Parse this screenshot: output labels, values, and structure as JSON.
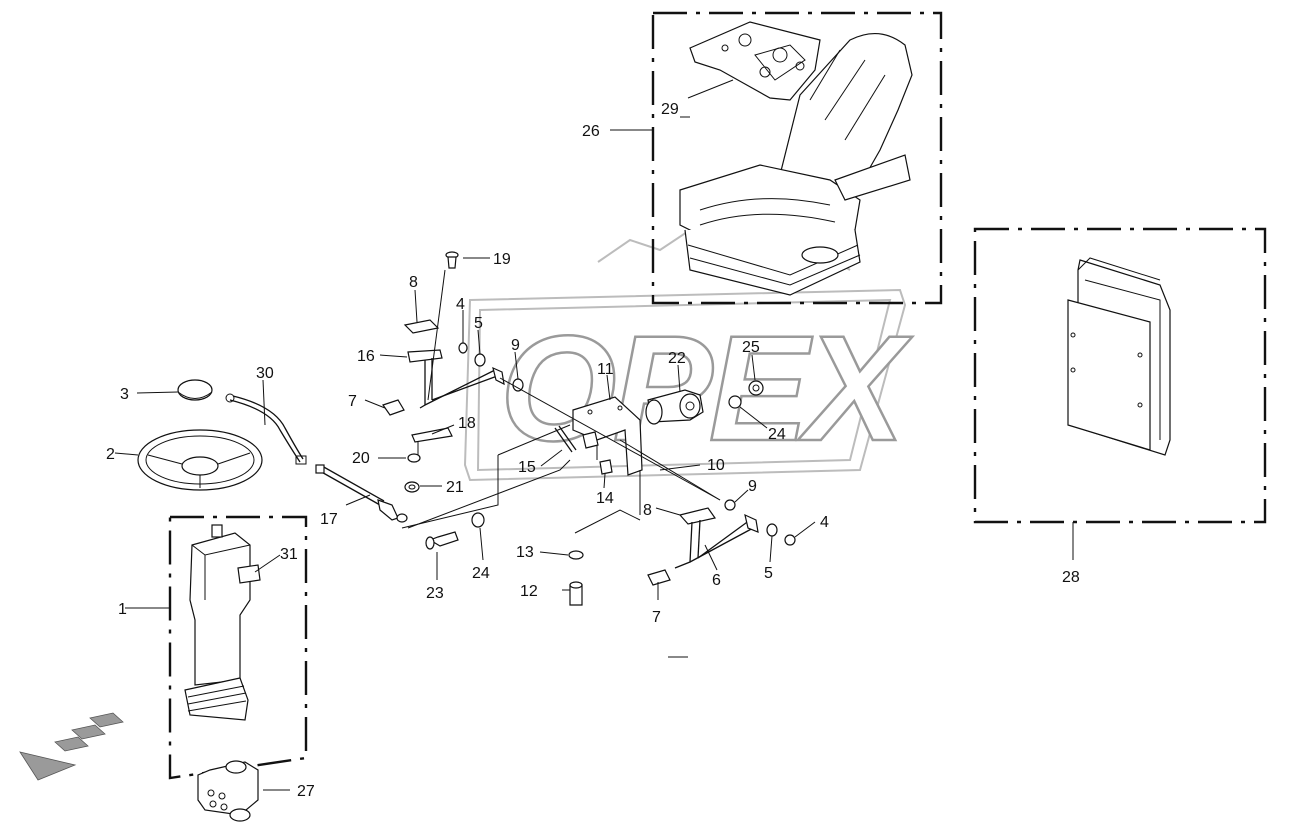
{
  "watermark": "OPEX",
  "callouts": [
    {
      "id": "c1",
      "label": "1"
    },
    {
      "id": "c2",
      "label": "2"
    },
    {
      "id": "c3",
      "label": "3"
    },
    {
      "id": "c4a",
      "label": "4"
    },
    {
      "id": "c4b",
      "label": "4"
    },
    {
      "id": "c5a",
      "label": "5"
    },
    {
      "id": "c5b",
      "label": "5"
    },
    {
      "id": "c6",
      "label": "6"
    },
    {
      "id": "c7a",
      "label": "7"
    },
    {
      "id": "c7b",
      "label": "7"
    },
    {
      "id": "c8a",
      "label": "8"
    },
    {
      "id": "c8b",
      "label": "8"
    },
    {
      "id": "c9a",
      "label": "9"
    },
    {
      "id": "c9b",
      "label": "9"
    },
    {
      "id": "c10",
      "label": "10"
    },
    {
      "id": "c11",
      "label": "11"
    },
    {
      "id": "c12",
      "label": "12"
    },
    {
      "id": "c13",
      "label": "13"
    },
    {
      "id": "c14",
      "label": "14"
    },
    {
      "id": "c15",
      "label": "15"
    },
    {
      "id": "c16",
      "label": "16"
    },
    {
      "id": "c17",
      "label": "17"
    },
    {
      "id": "c18",
      "label": "18"
    },
    {
      "id": "c19",
      "label": "19"
    },
    {
      "id": "c20",
      "label": "20"
    },
    {
      "id": "c21",
      "label": "21"
    },
    {
      "id": "c22",
      "label": "22"
    },
    {
      "id": "c23",
      "label": "23"
    },
    {
      "id": "c24a",
      "label": "24"
    },
    {
      "id": "c24b",
      "label": "24"
    },
    {
      "id": "c25",
      "label": "25"
    },
    {
      "id": "c26",
      "label": "26"
    },
    {
      "id": "c27",
      "label": "27"
    },
    {
      "id": "c28",
      "label": "28"
    },
    {
      "id": "c29",
      "label": "29"
    },
    {
      "id": "c30",
      "label": "30"
    },
    {
      "id": "c31",
      "label": "31"
    }
  ]
}
